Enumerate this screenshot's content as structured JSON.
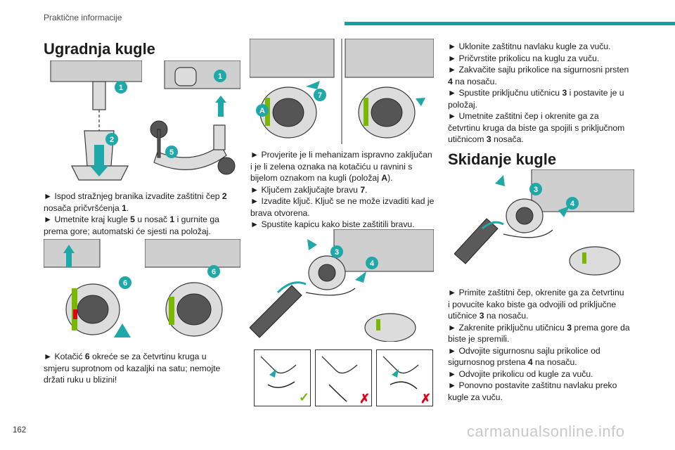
{
  "page": {
    "section_header": "Praktične informacije",
    "page_number": "162",
    "watermark": "carmanualsonline.info"
  },
  "col1": {
    "title": "Ugradnja kugle",
    "fig1_callouts": [
      "1",
      "2"
    ],
    "fig2_callouts": [
      "1",
      "5"
    ],
    "para1": [
      {
        "pre": "► Ispod stražnjeg branika izvadite zaštitni čep ",
        "num": "2",
        "post": ""
      },
      {
        "pre": "nosača pričvršćenja ",
        "num": "1",
        "post": "."
      },
      {
        "pre": "► Umetnite kraj kugle ",
        "num": "5",
        "post": " u nosač "
      },
      {
        "pre": "",
        "num": "1",
        "post": " i gurnite ga"
      },
      {
        "pre": "prema gore; automatski će sjesti na položaj.",
        "num": "",
        "post": ""
      }
    ],
    "fig3_callouts": [
      "6"
    ],
    "fig4_callouts": [
      "6"
    ],
    "para2": [
      {
        "pre": "► Kotačić ",
        "num": "6",
        "post": " okreće se za četvrtinu kruga u"
      },
      {
        "pre": "smjeru suprotnom od kazaljki na satu; nemojte",
        "num": "",
        "post": ""
      },
      {
        "pre": "držati ruku u blizini!",
        "num": "",
        "post": ""
      }
    ]
  },
  "col2": {
    "fig5_callouts": [
      "A",
      "7"
    ],
    "para1": [
      {
        "pre": "► Provjerite je li mehanizam ispravno zaključan",
        "num": "",
        "post": ""
      },
      {
        "pre": "i je li zelena oznaka na kotačiću u ravnini s",
        "num": "",
        "post": ""
      },
      {
        "pre": "bijelom oznakom na kugli (položaj ",
        "num": "A",
        "post": ")."
      },
      {
        "pre": "► Ključem zaključajte bravu ",
        "num": "7",
        "post": "."
      },
      {
        "pre": "► Izvadite ključ. Ključ se ne može izvaditi kad je",
        "num": "",
        "post": ""
      },
      {
        "pre": "brava otvorena.",
        "num": "",
        "post": ""
      },
      {
        "pre": "► Spustite kapicu kako biste zaštitili bravu.",
        "num": "",
        "post": ""
      }
    ],
    "fig6_callouts": [
      "3",
      "4"
    ],
    "fig7_marks": [
      "✓",
      "✗",
      "✗"
    ]
  },
  "col3": {
    "para1": [
      {
        "pre": "► Uklonite zaštitnu navlaku kugle za vuču.",
        "num": "",
        "post": ""
      },
      {
        "pre": "► Pričvrstite prikolicu na kuglu za vuču.",
        "num": "",
        "post": ""
      },
      {
        "pre": "► Zakvačite sajlu prikolice na sigurnosni prsten",
        "num": "",
        "post": ""
      },
      {
        "pre": "",
        "num": "4",
        "post": " na nosaču."
      },
      {
        "pre": "► Spustite priključnu utičnicu ",
        "num": "3",
        "post": " i postavite je u"
      },
      {
        "pre": "položaj.",
        "num": "",
        "post": ""
      },
      {
        "pre": "► Umetnite zaštitni čep i okrenite ga za",
        "num": "",
        "post": ""
      },
      {
        "pre": "četvrtinu kruga da biste ga spojili s priključnom",
        "num": "",
        "post": ""
      },
      {
        "pre": "utičnicom ",
        "num": "3",
        "post": " nosača."
      }
    ],
    "title": "Skidanje kugle",
    "fig8_callouts": [
      "3",
      "4"
    ],
    "para2": [
      {
        "pre": "► Primite zaštitni čep, okrenite ga za četvrtinu",
        "num": "",
        "post": ""
      },
      {
        "pre": "i povucite kako biste ga odvojili od priključne",
        "num": "",
        "post": ""
      },
      {
        "pre": "utičnice ",
        "num": "3",
        "post": " na nosaču."
      },
      {
        "pre": "► Zakrenite priključnu utičnicu ",
        "num": "3",
        "post": " prema gore da"
      },
      {
        "pre": "biste je spremili.",
        "num": "",
        "post": ""
      },
      {
        "pre": "► Odvojite sigurnosnu sajlu prikolice od",
        "num": "",
        "post": ""
      },
      {
        "pre": "sigurnosnog prstena ",
        "num": "4",
        "post": " na nosaču."
      },
      {
        "pre": "► Odvojite prikolicu od kugle za vuču.",
        "num": "",
        "post": ""
      },
      {
        "pre": "► Ponovno postavite zaštitnu navlaku preko",
        "num": "",
        "post": ""
      },
      {
        "pre": "kugle za vuču.",
        "num": "",
        "post": ""
      }
    ]
  },
  "colors": {
    "accent": "#1fa8a8",
    "rule": "#16a0a3",
    "ok": "#7ab800",
    "no": "#e2001a"
  }
}
